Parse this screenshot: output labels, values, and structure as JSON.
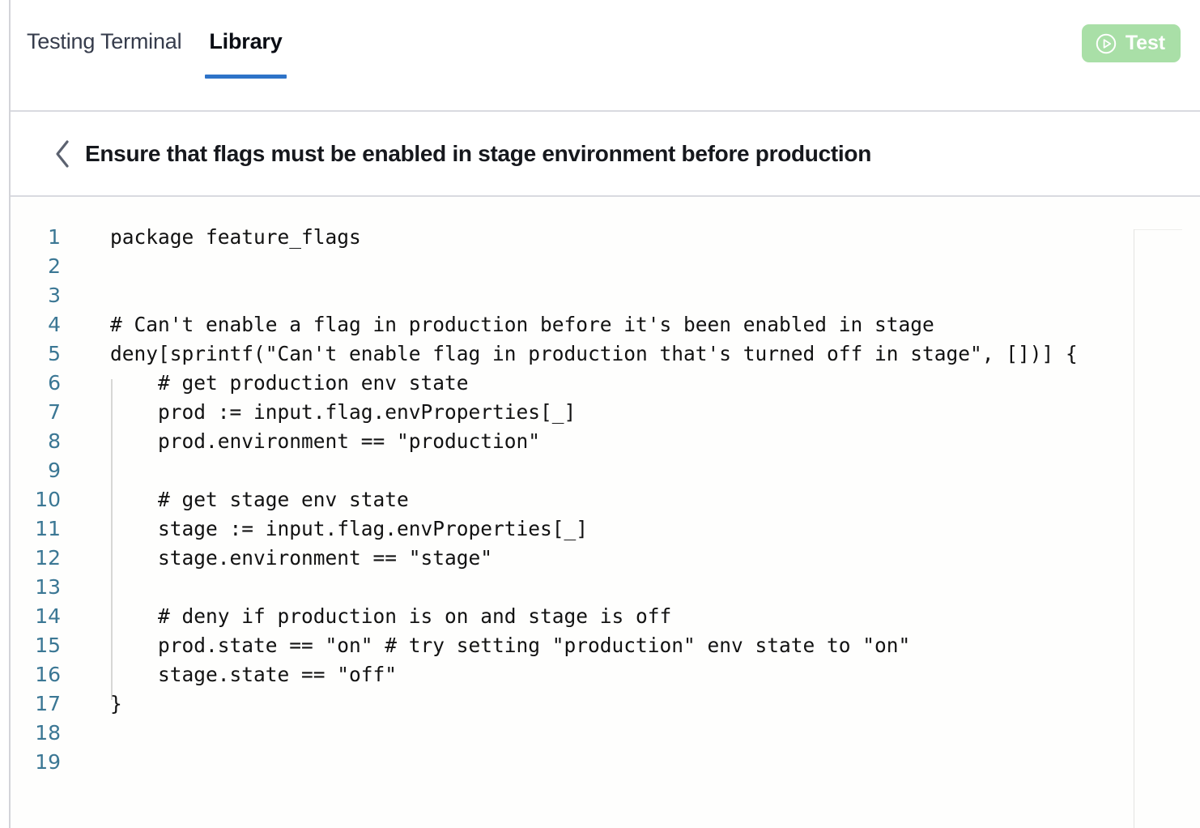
{
  "tabs": [
    {
      "label": "Testing Terminal",
      "active": false
    },
    {
      "label": "Library",
      "active": true
    }
  ],
  "toolbar": {
    "test_label": "Test",
    "test_icon": "play-circle-icon",
    "test_bg_color": "#a9dfa7",
    "test_text_color": "#ffffff"
  },
  "header": {
    "back_icon": "chevron-left-icon",
    "title": "Ensure that flags must be enabled in stage environment before production"
  },
  "editor": {
    "language": "rego",
    "accent_color": "#2e73c8",
    "line_number_color": "#3b7794",
    "code_color": "#121212",
    "background": "#fefefd",
    "lines": [
      {
        "n": "1",
        "text": "package feature_flags"
      },
      {
        "n": "2",
        "text": ""
      },
      {
        "n": "3",
        "text": ""
      },
      {
        "n": "4",
        "text": "# Can't enable a flag in production before it's been enabled in stage"
      },
      {
        "n": "5",
        "text": "deny[sprintf(\"Can't enable flag in production that's turned off in stage\", [])] {"
      },
      {
        "n": "6",
        "text": "    # get production env state"
      },
      {
        "n": "7",
        "text": "    prod := input.flag.envProperties[_]"
      },
      {
        "n": "8",
        "text": "    prod.environment == \"production\""
      },
      {
        "n": "9",
        "text": ""
      },
      {
        "n": "10",
        "text": "    # get stage env state"
      },
      {
        "n": "11",
        "text": "    stage := input.flag.envProperties[_]"
      },
      {
        "n": "12",
        "text": "    stage.environment == \"stage\""
      },
      {
        "n": "13",
        "text": ""
      },
      {
        "n": "14",
        "text": "    # deny if production is on and stage is off"
      },
      {
        "n": "15",
        "text": "    prod.state == \"on\" # try setting \"production\" env state to \"on\""
      },
      {
        "n": "16",
        "text": "    stage.state == \"off\""
      },
      {
        "n": "17",
        "text": "}"
      },
      {
        "n": "18",
        "text": ""
      },
      {
        "n": "19",
        "text": ""
      }
    ]
  }
}
